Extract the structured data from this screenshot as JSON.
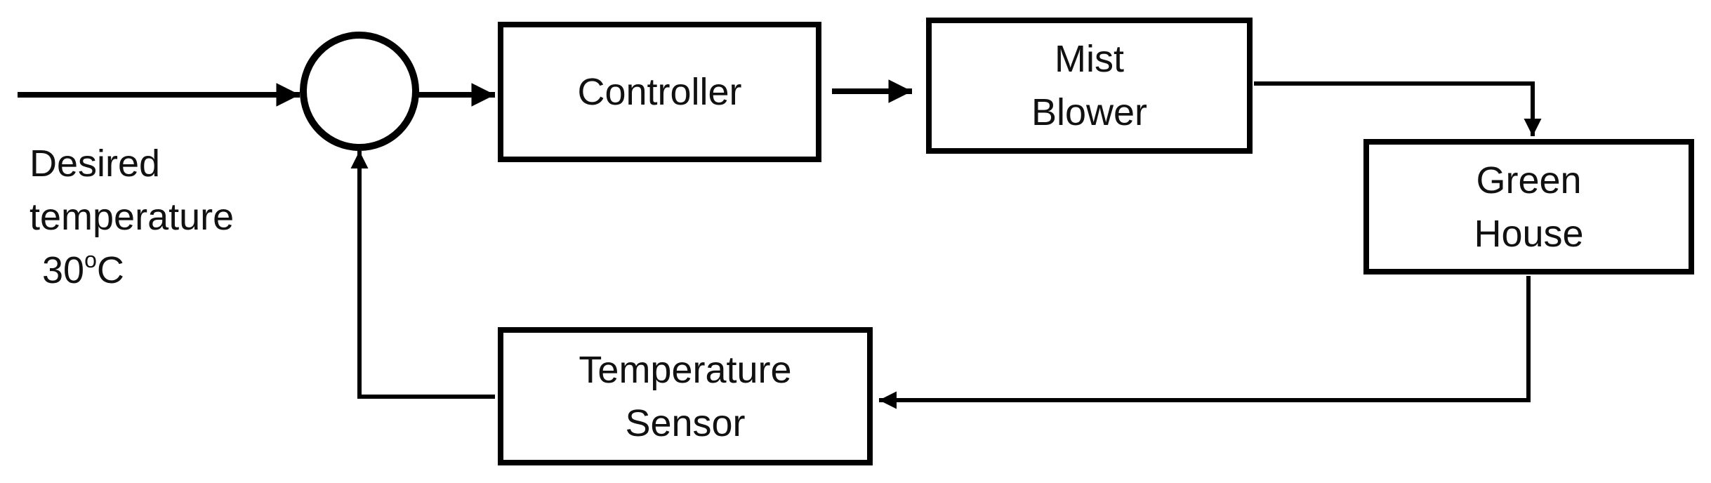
{
  "blocks": {
    "controller": [
      "Controller"
    ],
    "mist_blower": [
      "Mist",
      "Blower"
    ],
    "green_house": [
      "Green",
      "House"
    ],
    "temperature_sensor": [
      "Temperature",
      "Sensor"
    ]
  },
  "setpoint": {
    "line1": "Desired",
    "line2": "temperature",
    "value": "30",
    "degree": "o",
    "unit": "C"
  }
}
